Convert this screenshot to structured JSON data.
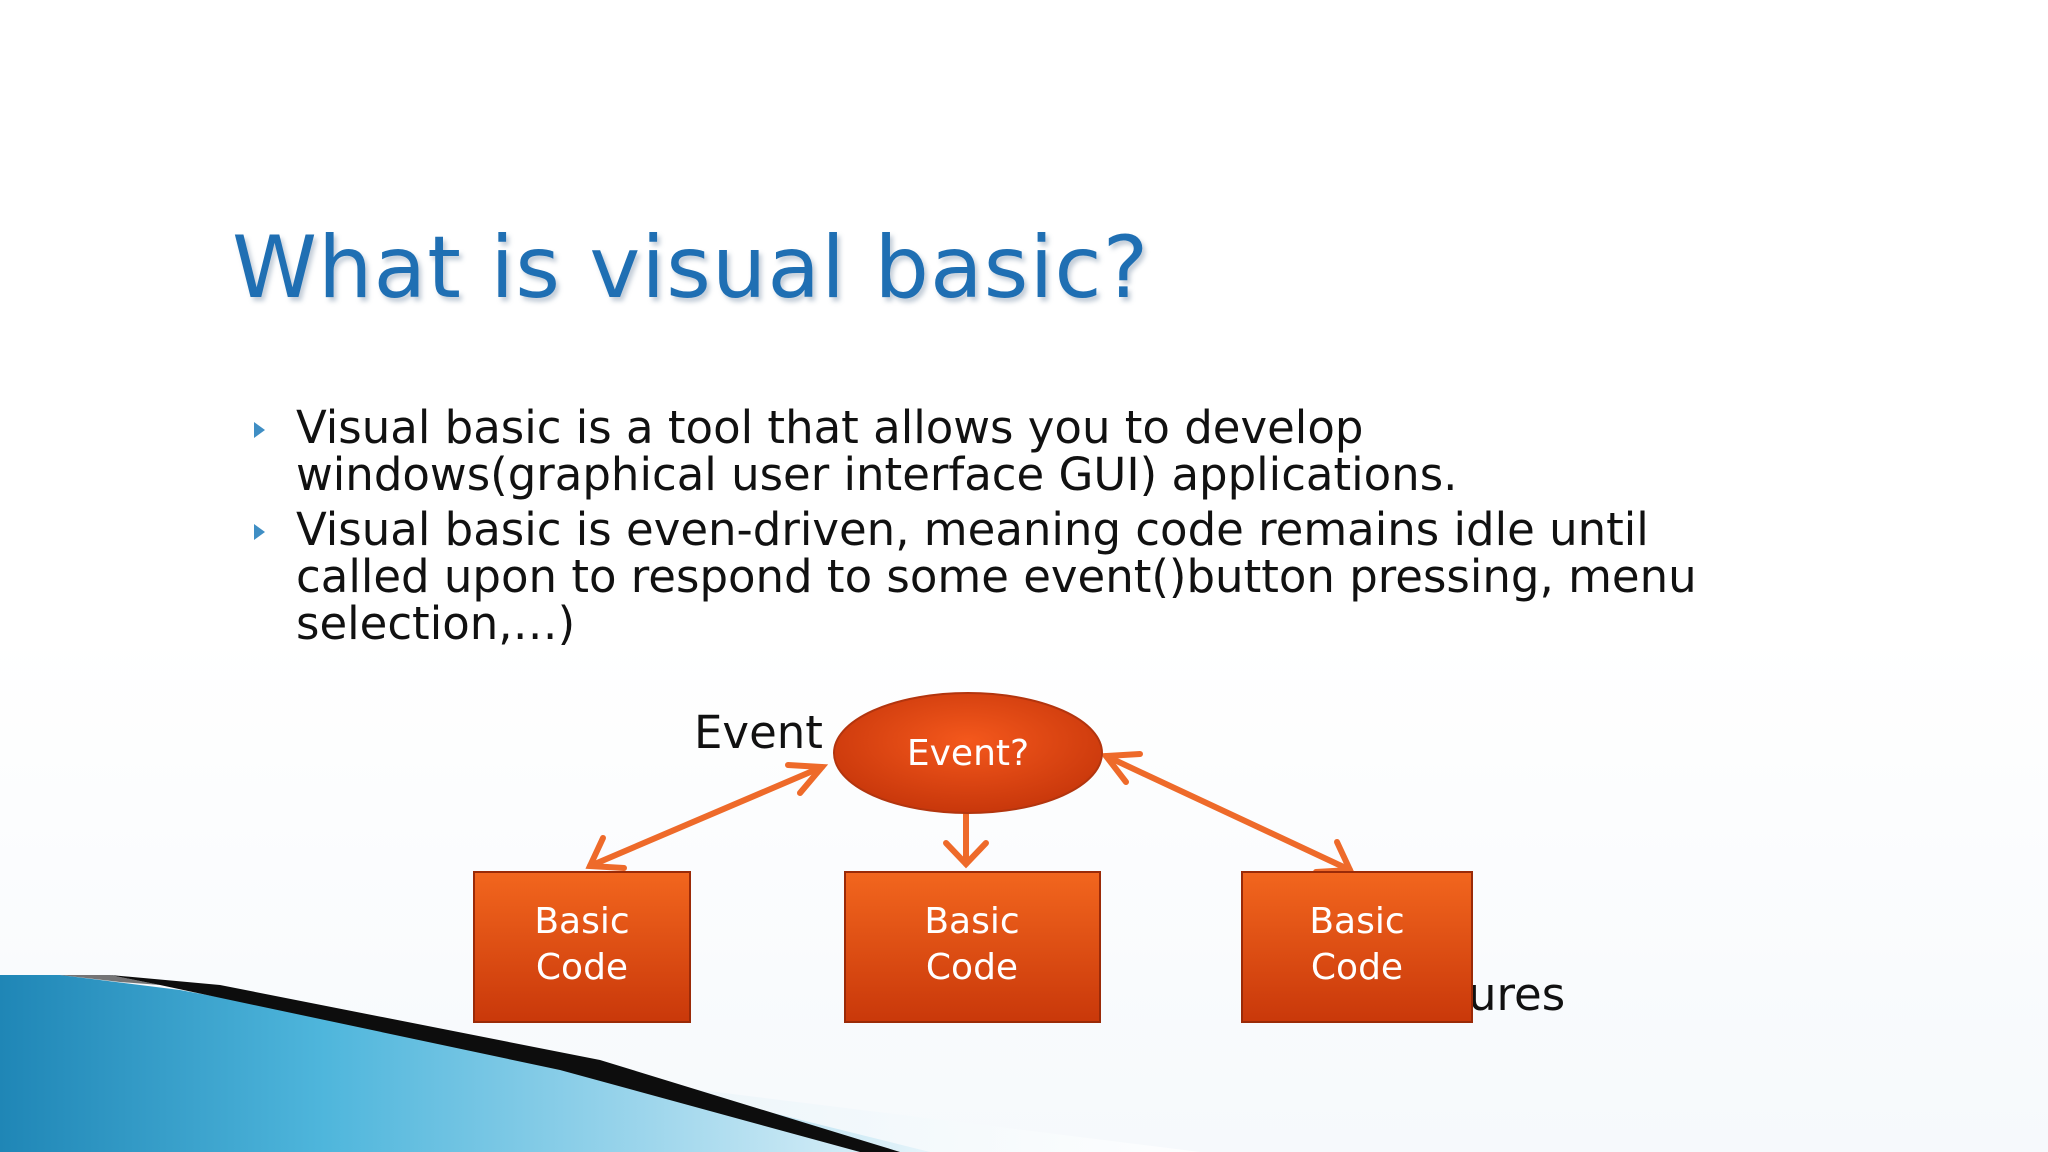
{
  "slide": {
    "title": "What is visual basic?",
    "bullets": [
      {
        "lines": [
          "Visual basic is a tool that allows you to develop",
          "windows(graphical user interface GUI) applications."
        ]
      },
      {
        "lines": [
          "Visual basic is even-driven, meaning code remains idle until",
          "called upon to respond to some event()button pressing, menu",
          "selection,…)"
        ]
      }
    ],
    "partially_hidden_text": {
      "left": "Event",
      "right": "ures"
    }
  },
  "diagram": {
    "center_node": {
      "label": "Event?"
    },
    "code_nodes": [
      {
        "line1": "Basic",
        "line2": "Code"
      },
      {
        "line1": "Basic",
        "line2": "Code"
      },
      {
        "line1": "Basic",
        "line2": "Code"
      }
    ]
  },
  "colors": {
    "title": "#1f6fb3",
    "bullet_marker": "#3f8ec4",
    "node_fill": "#e8490f",
    "arrow": "#ee6a2a",
    "swoosh_blue": "#2b9cc8",
    "swoosh_dark": "#0d0d0d"
  }
}
